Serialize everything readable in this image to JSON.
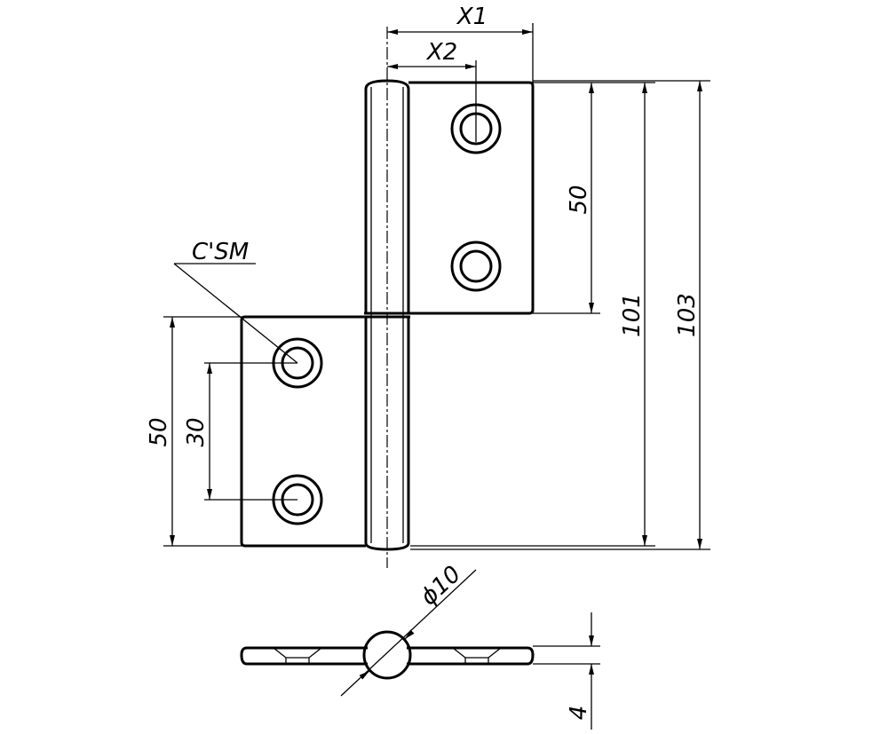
{
  "drawing": {
    "subject": "lift-off hinge",
    "labels": {
      "x1": "X1",
      "x2": "X2",
      "csm": "C'SM",
      "dim_50_upper": "50",
      "dim_101": "101",
      "dim_103": "103",
      "dim_50_lower": "50",
      "dim_30": "30",
      "dim_phi10": "ϕ10",
      "dim_4": "4"
    },
    "line_color": "#000000",
    "background_color": "#ffffff"
  }
}
